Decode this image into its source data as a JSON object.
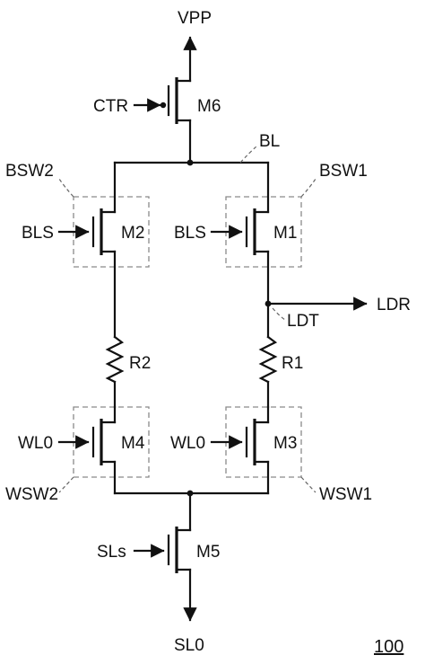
{
  "nodes": {
    "vpp": "VPP",
    "bl": "BL",
    "ldt": "LDT",
    "ldr": "LDR",
    "slo": "SL0"
  },
  "transistors": {
    "m1": "M1",
    "m2": "M2",
    "m3": "M3",
    "m4": "M4",
    "m5": "M5",
    "m6": "M6"
  },
  "resistors": {
    "r1": "R1",
    "r2": "R2"
  },
  "gate_signals": {
    "ctr": "CTR",
    "bls_left": "BLS",
    "bls_right": "BLS",
    "wl0_left": "WL0",
    "wl0_right": "WL0",
    "sls": "SLs"
  },
  "switch_groups": {
    "bsw1": "BSW1",
    "bsw2": "BSW2",
    "wsw1": "WSW1",
    "wsw2": "WSW2"
  },
  "reference_numeral": "100"
}
